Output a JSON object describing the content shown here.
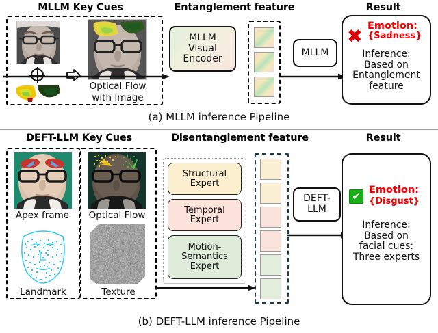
{
  "figure": {
    "panel_a": {
      "caption": "(a) MLLM inference Pipeline",
      "titles": {
        "cues": "MLLM  Key Cues",
        "feature": "Entanglement feature",
        "result": "Result"
      },
      "cues": {
        "operator_icon": "circled-plus-icon",
        "arrow_icon": "block-arrow-right-icon",
        "output_label_line1": "Optical Flow",
        "output_label_line2": "with Image"
      },
      "encoder": {
        "label_lines": [
          "MLLM",
          "Visual",
          "Encoder"
        ],
        "gradient_from": "#dfeedd",
        "gradient_to": "#f6e7d8"
      },
      "feature_tokens": [
        {
          "id": "token-1",
          "style": "entangled-gradient"
        },
        {
          "id": "token-2",
          "style": "entangled-gradient"
        },
        {
          "id": "token-3",
          "style": "entangled-gradient"
        }
      ],
      "llm_box": {
        "label": "MLLM"
      },
      "result": {
        "status_icon": "x-mark-icon",
        "status_symbol": "✖",
        "status_color": "#e00000",
        "emotion_label": "Emotion:",
        "emotion_value": "{Sadness}",
        "emotion_color": "#f50000",
        "inference_lines": [
          "Inference:",
          "Based on",
          "Entanglement",
          "feature"
        ]
      }
    },
    "panel_b": {
      "caption": "(b) DEFT-LLM inference Pipeline",
      "titles": {
        "cues": "DEFT-LLM  Key Cues",
        "feature": "Disentanglement feature",
        "result": "Result"
      },
      "cues": [
        {
          "id": "apex-frame",
          "label": "Apex frame"
        },
        {
          "id": "optical-flow",
          "label": "Optical Flow"
        },
        {
          "id": "landmark",
          "label": "Landmark"
        },
        {
          "id": "texture",
          "label": "Texture"
        }
      ],
      "experts": [
        {
          "id": "structural-expert",
          "lines": [
            "Structural",
            "Expert"
          ],
          "color": "#fcefd0"
        },
        {
          "id": "temporal-expert",
          "lines": [
            "Temporal",
            "Expert"
          ],
          "color": "#fbe2da"
        },
        {
          "id": "motion-semantics-expert",
          "lines": [
            "Motion-",
            "Semantics",
            "Expert"
          ],
          "color": "#dfecd9"
        }
      ],
      "feature_tokens": [
        {
          "id": "token-1",
          "color": "#fbefd3"
        },
        {
          "id": "token-2",
          "color": "#fbefd3"
        },
        {
          "id": "token-3",
          "color": "#fae3da"
        },
        {
          "id": "token-4",
          "color": "#fae3da"
        },
        {
          "id": "token-5",
          "color": "#e2eedb"
        },
        {
          "id": "token-6",
          "color": "#e2eedb"
        }
      ],
      "llm_box": {
        "label_lines": [
          "DEFT-",
          "LLM"
        ]
      },
      "result": {
        "status_icon": "check-mark-icon",
        "status_symbol": "✔",
        "status_bg": "#17b117",
        "emotion_label": "Emotion:",
        "emotion_value": "{Disgust}",
        "emotion_color": "#f50000",
        "inference_lines": [
          "Inference:",
          "Based on",
          "facial cues:",
          "Three experts"
        ]
      }
    }
  }
}
